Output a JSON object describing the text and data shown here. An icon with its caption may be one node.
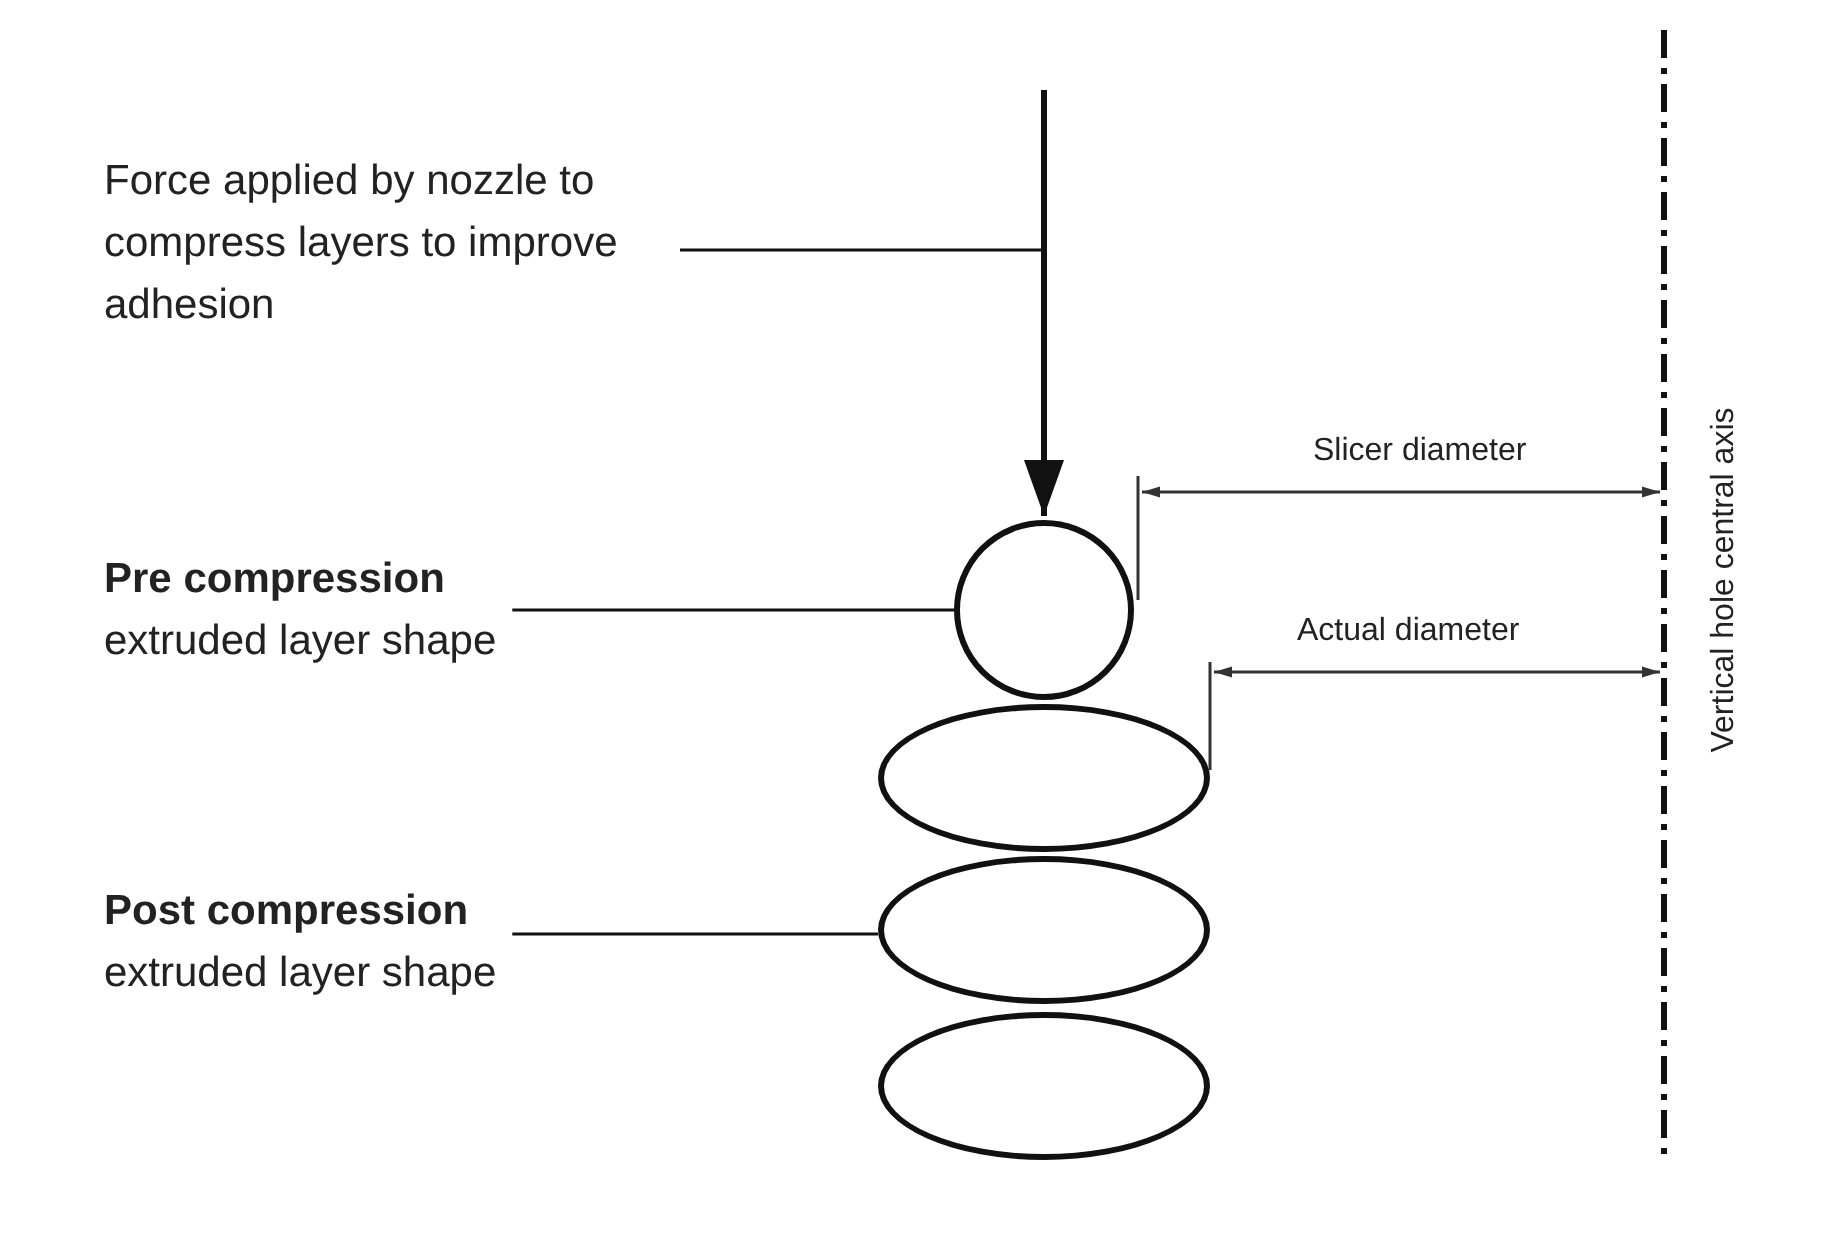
{
  "diagram": {
    "nodes": [
      {
        "text": [
          "Force applied by nozzle to compress layers to improve adhesion"
        ]
      },
      {
        "text": [
          "Pre compression",
          "extruded layer shape"
        ]
      },
      {
        "text": [
          "Post compression",
          "extruded layer shape"
        ]
      },
      {
        "text": [],
        "shape": "circle"
      },
      {
        "text": [],
        "shape": "ellipse"
      },
      {
        "text": [],
        "shape": "ellipse"
      },
      {
        "text": [],
        "shape": "ellipse"
      }
    ],
    "edges": [
      {
        "from": 0,
        "to": null,
        "arrow": "none"
      },
      {
        "from": 1,
        "to": 3,
        "arrow": "none"
      },
      {
        "from": 2,
        "to": 5,
        "arrow": "none"
      }
    ],
    "labels": [
      "Slicer diameter",
      "Actual diameter",
      "Vertical hole central axis"
    ]
  }
}
